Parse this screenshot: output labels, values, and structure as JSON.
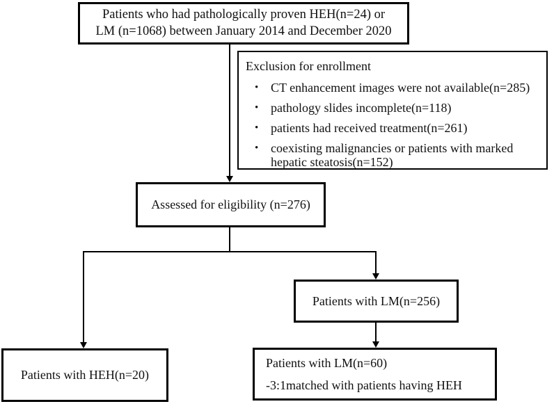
{
  "colors": {
    "line": "#000000",
    "text": "#111111",
    "background": "#ffffff"
  },
  "flowchart": {
    "top_box": {
      "line1": "Patients who had pathologically proven HEH(n=24) or",
      "line2": "LM (n=1068) between January 2014 and December 2020"
    },
    "exclusion_box": {
      "title": "Exclusion for enrollment",
      "bullet_glyph": "•",
      "bullets": [
        "CT enhancement images were not available(n=285)",
        "pathology slides incomplete(n=118)",
        "patients had received treatment(n=261)",
        "coexisting malignancies or patients with marked hepatic steatosis(n=152)"
      ]
    },
    "eligibility_box": {
      "label": "Assessed for eligibility (n=276)"
    },
    "lm256_box": {
      "label": "Patients with LM(n=256)"
    },
    "heh_box": {
      "label": "Patients with HEH(n=20)"
    },
    "lm60_box": {
      "line1": "Patients with LM(n=60)",
      "line2": "-3:1matched with patients having HEH"
    }
  }
}
